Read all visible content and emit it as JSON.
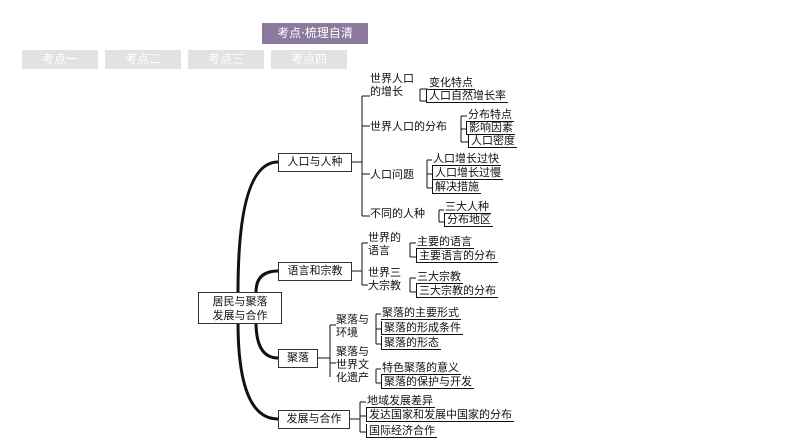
{
  "header": {
    "title": "考点·梳理自清"
  },
  "tabs": [
    "考点一",
    "考点二",
    "考点三",
    "考点四"
  ],
  "root": "居民与聚落\n发展与合作",
  "branches": [
    {
      "label": "人口与人种",
      "subs": [
        {
          "label": "世界人口\n的增长",
          "items": [
            "变化特点",
            "人口自然增长率"
          ]
        },
        {
          "label": "世界人口的分布",
          "items": [
            "分布特点",
            "影响因素",
            "人口密度"
          ]
        },
        {
          "label": "人口问题",
          "items": [
            "人口增长过快",
            "人口增长过慢",
            "解决措施"
          ]
        },
        {
          "label": "不同的人种",
          "items": [
            "三大人种",
            "分布地区"
          ]
        }
      ]
    },
    {
      "label": "语言和宗教",
      "subs": [
        {
          "label": "世界的\n语言",
          "items": [
            "主要的语言",
            "主要语言的分布"
          ]
        },
        {
          "label": "世界三\n大宗教",
          "items": [
            "三大宗教",
            "三大宗教的分布"
          ]
        }
      ]
    },
    {
      "label": "聚落",
      "subs": [
        {
          "label": "聚落与\n环境",
          "items": [
            "聚落的主要形式",
            "聚落的形成条件",
            "聚落的形态"
          ]
        },
        {
          "label": "聚落与\n世界文\n化遗产",
          "items": [
            "特色聚落的意义",
            "聚落的保护与开发"
          ]
        }
      ]
    },
    {
      "label": "发展与合作",
      "items": [
        "地域发展差异",
        "发达国家和发展中国家的分布",
        "国际经济合作"
      ]
    }
  ]
}
